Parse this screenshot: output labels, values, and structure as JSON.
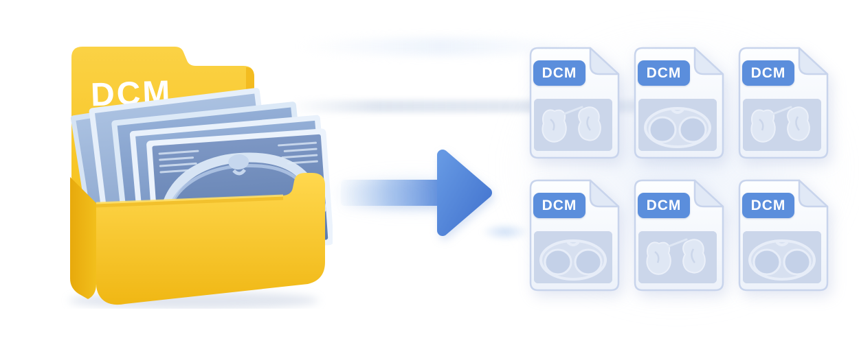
{
  "illustration": {
    "title": "DCM folder extracted into individual DCM files",
    "colors": {
      "folder_yellow": "#F8C826",
      "folder_yellow_dark": "#E9A90C",
      "arrow_blue": "#4D82DB",
      "badge_blue": "#5B8EDC",
      "file_border": "#C8D4EC",
      "scan_panel_blue": "#7D97C4",
      "thumbnail_bg": "#CBD6EA"
    },
    "source_folder": {
      "label": "DCM",
      "contents": "stack of chest CT scan films"
    },
    "arrow": {
      "glyph": "right-arrow",
      "meaning": "convert / extract"
    },
    "output_files": {
      "count": 6,
      "items": [
        {
          "label": "DCM",
          "thumbnail": "lungs-scan"
        },
        {
          "label": "DCM",
          "thumbnail": "axial-chest-scan"
        },
        {
          "label": "DCM",
          "thumbnail": "lungs-scan"
        },
        {
          "label": "DCM",
          "thumbnail": "axial-chest-scan"
        },
        {
          "label": "DCM",
          "thumbnail": "lungs-scan"
        },
        {
          "label": "DCM",
          "thumbnail": "axial-chest-scan"
        }
      ]
    }
  }
}
